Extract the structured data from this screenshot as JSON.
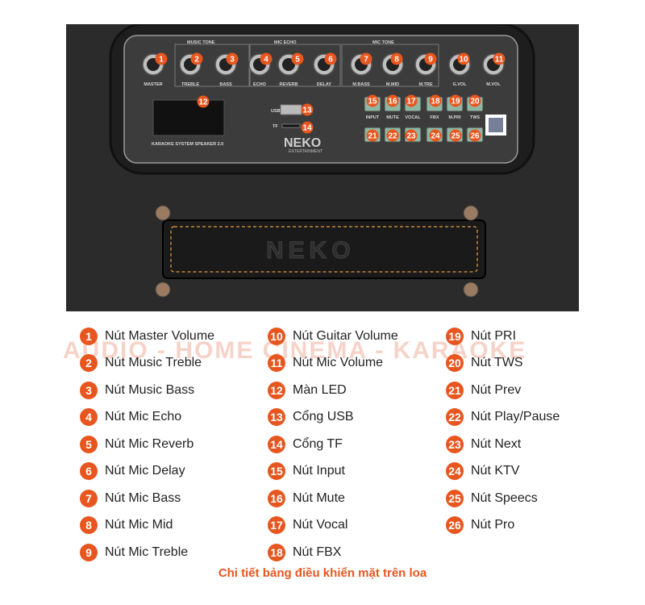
{
  "photo": {
    "panel": {
      "section_labels": [
        "MUSIC TONE",
        "MIC ECHO",
        "MIC TONE"
      ],
      "knob_labels": [
        "MASTER",
        "TREBLE",
        "BASS",
        "ECHO",
        "REVERB",
        "DELAY",
        "M.BASS",
        "M.MID",
        "M.TRE",
        "G.VOL",
        "M.VOL"
      ],
      "port_labels": [
        "USB",
        "TF"
      ],
      "button_labels_top": [
        "INPUT",
        "MUTE",
        "VOCAL",
        "FBX",
        "M.PRI",
        "TWS"
      ],
      "brand": "NEKO",
      "brand_sub": "ENTERTAINMENT",
      "model_text": "KARAOKE SYSTEM SPEAKER 2.0"
    },
    "handle_brand": "NEKO",
    "callouts": [
      "1",
      "2",
      "3",
      "4",
      "5",
      "6",
      "7",
      "8",
      "9",
      "10",
      "11",
      "12",
      "13",
      "14",
      "15",
      "16",
      "17",
      "18",
      "19",
      "20",
      "21",
      "22",
      "23",
      "24",
      "25",
      "26"
    ]
  },
  "watermark": "AUDIO - HOME CINEMA - KARAOKE",
  "legend": {
    "col1": [
      {
        "n": "1",
        "label": "Nút Master Volume"
      },
      {
        "n": "2",
        "label": "Nút Music Treble"
      },
      {
        "n": "3",
        "label": "Nút Music Bass"
      },
      {
        "n": "4",
        "label": "Nút Mic Echo"
      },
      {
        "n": "5",
        "label": "Nút Mic Reverb"
      },
      {
        "n": "6",
        "label": "Nút Mic Delay"
      },
      {
        "n": "7",
        "label": "Nút Mic Bass"
      },
      {
        "n": "8",
        "label": "Nút Mic Mid"
      },
      {
        "n": "9",
        "label": "Nút Mic Treble"
      }
    ],
    "col2": [
      {
        "n": "10",
        "label": "Nút Guitar Volume"
      },
      {
        "n": "11",
        "label": "Nút Mic Volume"
      },
      {
        "n": "12",
        "label": "Màn LED"
      },
      {
        "n": "13",
        "label": "Cổng USB"
      },
      {
        "n": "14",
        "label": "Cổng TF"
      },
      {
        "n": "15",
        "label": "Nút Input"
      },
      {
        "n": "16",
        "label": "Nút Mute"
      },
      {
        "n": "17",
        "label": "Nút Vocal"
      },
      {
        "n": "18",
        "label": "Nút FBX"
      }
    ],
    "col3": [
      {
        "n": "19",
        "label": "Nút PRI"
      },
      {
        "n": "20",
        "label": "Nút TWS"
      },
      {
        "n": "21",
        "label": "Nút Prev"
      },
      {
        "n": "22",
        "label": "Nút Play/Pause"
      },
      {
        "n": "23",
        "label": "Nút Next"
      },
      {
        "n": "24",
        "label": "Nút KTV"
      },
      {
        "n": "25",
        "label": "Nút Speecs"
      },
      {
        "n": "26",
        "label": "Nút Pro"
      }
    ]
  },
  "caption": "Chi tiết bảng điều khiển mặt trên loa",
  "colors": {
    "accent": "#e8561f",
    "panel": "#3b3b3b",
    "speaker": "#2a2a2a"
  }
}
